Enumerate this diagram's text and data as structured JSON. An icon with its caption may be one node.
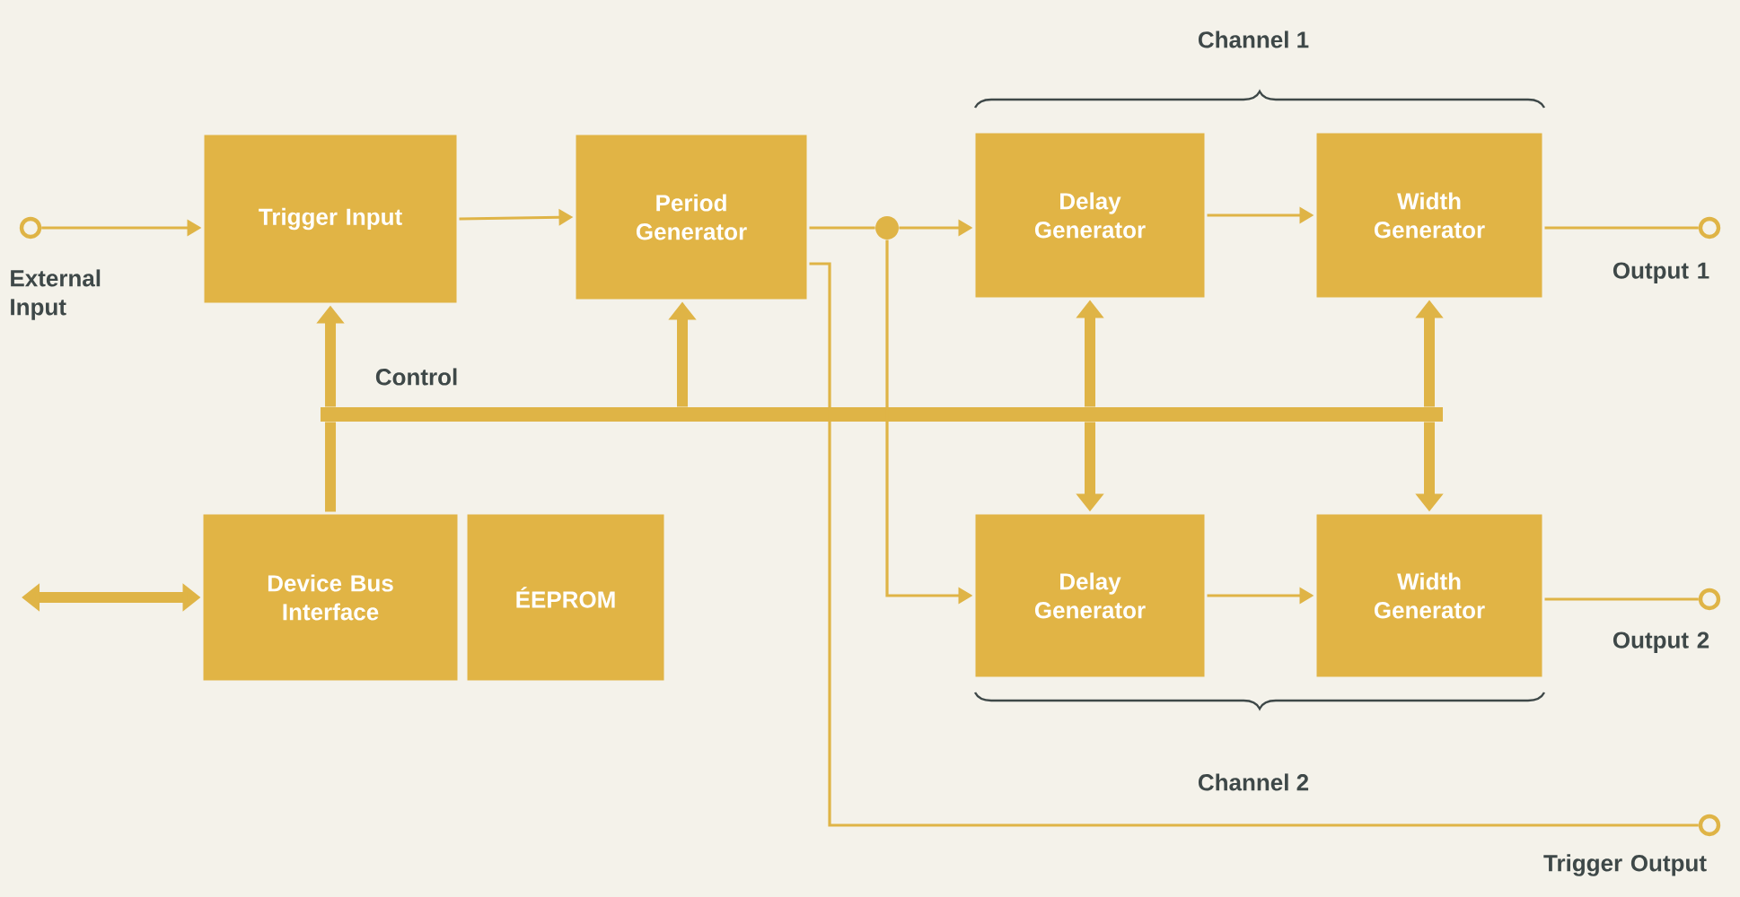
{
  "diagram": {
    "nodes": [
      {
        "text": [],
        "shape": "circle",
        "beside": [
          "External Input"
        ]
      },
      {
        "text": [
          "Trigger Input"
        ]
      },
      {
        "text": [
          "Period Generator"
        ]
      },
      {
        "text": [],
        "shape": "dot"
      },
      {
        "text": [
          "Delay Generator"
        ]
      },
      {
        "text": [
          "Width Generator"
        ]
      },
      {
        "text": [],
        "shape": "circle",
        "beside": [
          "Output 1"
        ]
      },
      {
        "text": [
          "Device Bus Interface"
        ]
      },
      {
        "text": [
          "ÉEPROM"
        ]
      },
      {
        "text": [
          "Delay Generator"
        ]
      },
      {
        "text": [
          "Width Generator"
        ]
      },
      {
        "text": [],
        "shape": "circle",
        "beside": [
          "Output 2"
        ]
      },
      {
        "text": [],
        "shape": "circle",
        "beside": [
          "Trigger Output"
        ]
      },
      {
        "text": [],
        "shape": "bar"
      }
    ],
    "edges": [
      {
        "from": 0,
        "to": 1,
        "arrow": "to"
      },
      {
        "from": 1,
        "to": 2,
        "arrow": "to"
      },
      {
        "from": 2,
        "to": 3,
        "arrow": "none"
      },
      {
        "from": 3,
        "to": 4,
        "arrow": "to"
      },
      {
        "from": 3,
        "to": 9,
        "arrow": "to"
      },
      {
        "from": 4,
        "to": 5,
        "arrow": "to"
      },
      {
        "from": 5,
        "to": 6,
        "arrow": "none"
      },
      {
        "from": 9,
        "to": 10,
        "arrow": "to"
      },
      {
        "from": 10,
        "to": 11,
        "arrow": "none"
      },
      {
        "from": 2,
        "to": 12,
        "arrow": "none"
      },
      {
        "from": 7,
        "to": 13,
        "arrow": "none",
        "style": "thick"
      },
      {
        "from": 13,
        "to": 1,
        "arrow": "to",
        "style": "thick"
      },
      {
        "from": 13,
        "to": 2,
        "arrow": "to",
        "style": "thick"
      },
      {
        "from": 13,
        "to": 4,
        "arrow": "to",
        "style": "thick"
      },
      {
        "from": 13,
        "to": 9,
        "arrow": "to",
        "style": "thick"
      },
      {
        "from": 13,
        "to": 5,
        "arrow": "to",
        "style": "thick"
      },
      {
        "from": 13,
        "to": 10,
        "arrow": "to",
        "style": "thick"
      },
      {
        "from": null,
        "to": 7,
        "arrow": "both",
        "style": "thick"
      }
    ],
    "labels": [
      "Channel 1",
      "Control",
      "Channel 2"
    ]
  }
}
